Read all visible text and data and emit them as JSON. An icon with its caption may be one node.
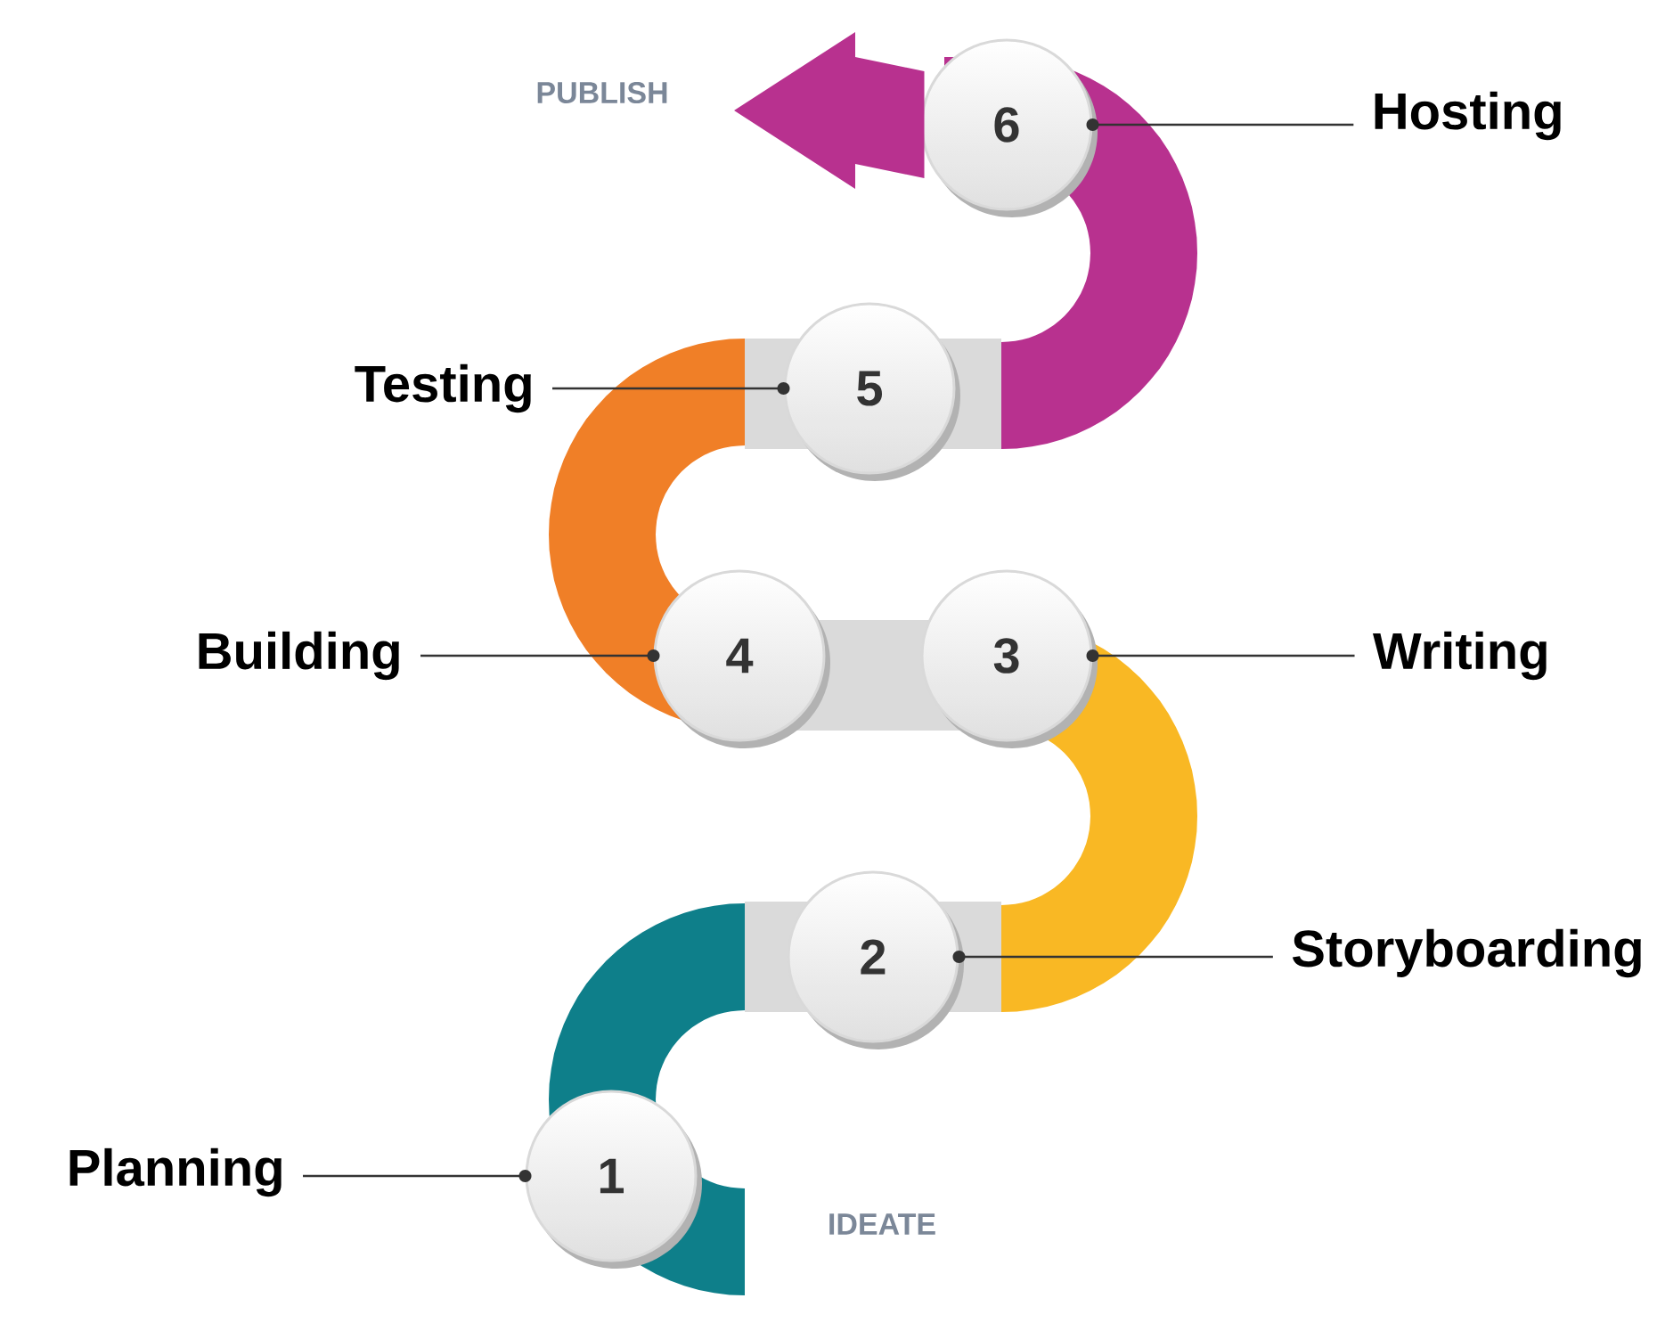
{
  "diagram": {
    "nodes": [
      {
        "text": [
          "1"
        ]
      },
      {
        "text": [
          "2"
        ]
      },
      {
        "text": [
          "3"
        ]
      },
      {
        "text": [
          "4"
        ]
      },
      {
        "text": [
          "5"
        ]
      },
      {
        "text": [
          "6"
        ]
      },
      {
        "text": [
          "Planning"
        ]
      },
      {
        "text": [
          "Storyboarding"
        ]
      },
      {
        "text": [
          "Writing"
        ]
      },
      {
        "text": [
          "Building"
        ]
      },
      {
        "text": [
          "Testing"
        ]
      },
      {
        "text": [
          "Hosting"
        ]
      }
    ],
    "edges": [
      {
        "from": 6,
        "to": 0,
        "arrow": "other"
      },
      {
        "from": 7,
        "to": 1,
        "arrow": "other"
      },
      {
        "from": 8,
        "to": 2,
        "arrow": "other"
      },
      {
        "from": 9,
        "to": 3,
        "arrow": "other"
      },
      {
        "from": 10,
        "to": 4,
        "arrow": "other"
      },
      {
        "from": 11,
        "to": 5,
        "arrow": "other"
      },
      {
        "from": 5,
        "to": null,
        "arrow": "to",
        "style": "thick",
        "color": "#b8318f"
      }
    ],
    "labels": [
      "PUBLISH",
      "IDEATE"
    ]
  }
}
